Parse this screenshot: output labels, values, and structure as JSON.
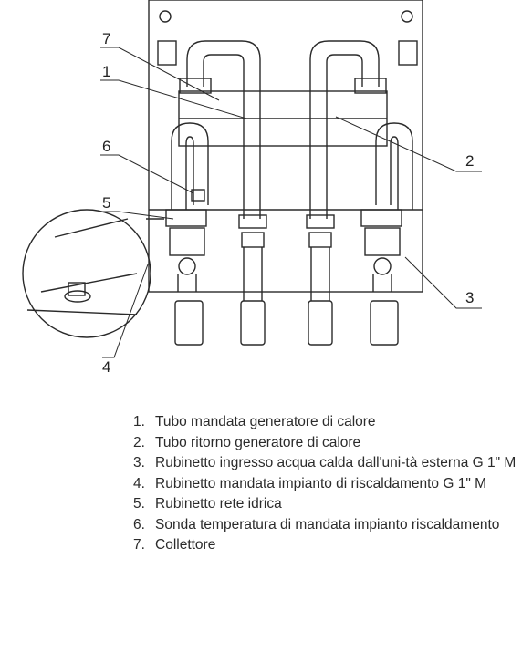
{
  "callouts": [
    "7",
    "1",
    "6",
    "5",
    "4",
    "2",
    "3"
  ],
  "legend": [
    {
      "number": "1.",
      "text": "Tubo mandata generatore di calore"
    },
    {
      "number": "2.",
      "text": "Tubo ritorno generatore di calore"
    },
    {
      "number": "3.",
      "text": "Rubinetto ingresso acqua calda dall'uni-tà esterna G 1\" M"
    },
    {
      "number": "4.",
      "text": "Rubinetto mandata impianto di riscaldamento G 1\" M"
    },
    {
      "number": "5.",
      "text": "Rubinetto rete idrica"
    },
    {
      "number": "6.",
      "text": "Sonda temperatura di mandata impianto riscaldamento"
    },
    {
      "number": "7.",
      "text": "Collettore"
    }
  ]
}
